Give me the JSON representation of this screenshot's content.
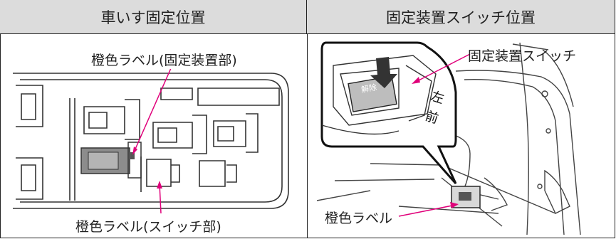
{
  "table": {
    "header_left": "車いす固定位置",
    "header_right": "固定装置スイッチ位置"
  },
  "left_panel": {
    "label_top": "橙色ラベル(固定装置部)",
    "label_bottom": "橙色ラベル(スイッチ部)"
  },
  "right_panel": {
    "label_switch": "固定装置スイッチ",
    "label_orange": "橙色ラベル",
    "switch_text_release": "解除",
    "door_text": "左前"
  },
  "colors": {
    "accent": "#e0007a",
    "header_bg": "#dcdcdc"
  }
}
